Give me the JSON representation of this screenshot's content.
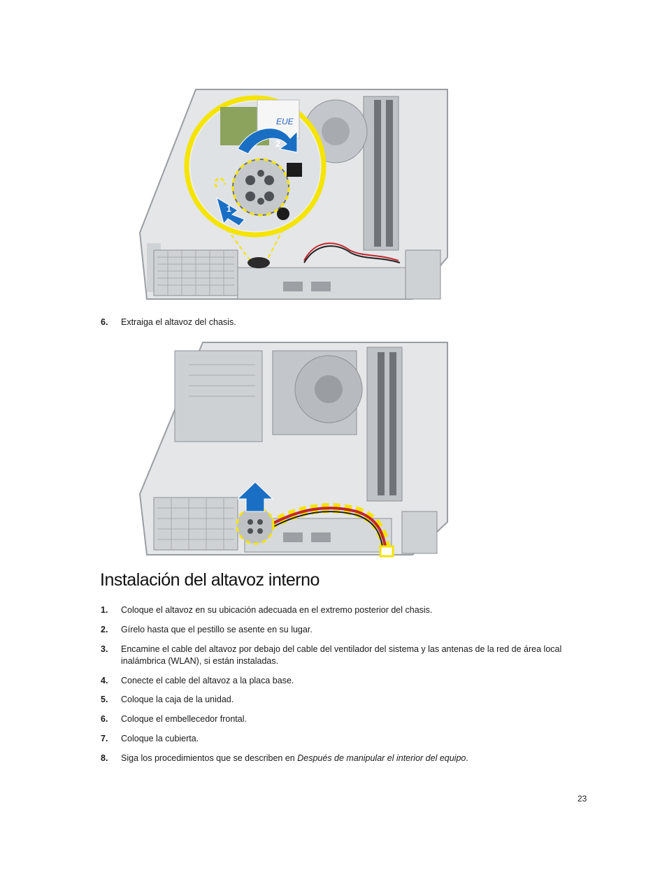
{
  "top_figure": {
    "sticker_text": "EUE",
    "callout_arrows": [
      "1",
      "2"
    ]
  },
  "step6": {
    "number": "6.",
    "text": "Extraiga el altavoz del chasis."
  },
  "section_title": "Instalación del altavoz interno",
  "steps": [
    {
      "number": "1.",
      "text": "Coloque el altavoz en su ubicación adecuada en el extremo posterior del chasis."
    },
    {
      "number": "2.",
      "text": "Gírelo hasta que el pestillo se asente en su lugar."
    },
    {
      "number": "3.",
      "text": "Encamine el cable del altavoz por debajo del cable del ventilador del sistema y las antenas de la red de área local",
      "text2": "inalámbrica (WLAN), si están instaladas."
    },
    {
      "number": "4.",
      "text": "Conecte el cable del altavoz a la placa base."
    },
    {
      "number": "5.",
      "text": "Coloque la caja de la unidad."
    },
    {
      "number": "6.",
      "text": "Coloque el embellecedor frontal."
    },
    {
      "number": "7.",
      "text": "Coloque la cubierta."
    },
    {
      "number": "8.",
      "text": "Siga los procedimientos que se describen en ",
      "link": "Después de manipular el interior del equipo",
      "after": "."
    }
  ],
  "page_number": "23",
  "colors": {
    "highlight_yellow": "#f5e400",
    "arrow_blue": "#1a6fc4",
    "chassis_gray": "#c9cccf"
  }
}
